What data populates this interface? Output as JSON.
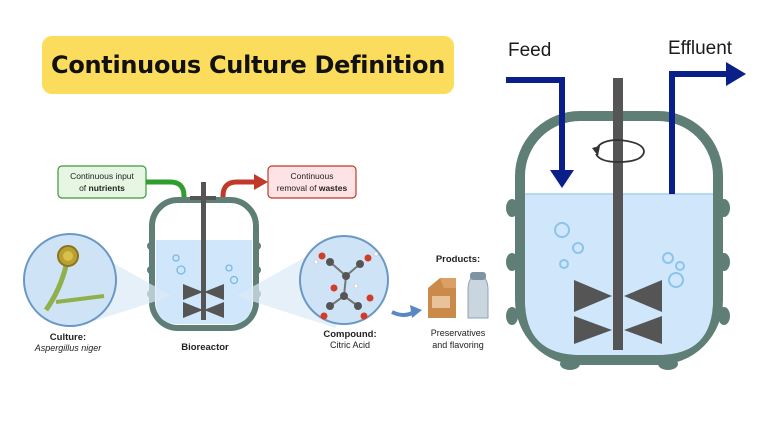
{
  "title": "Continuous Culture Definition",
  "left_diagram": {
    "input_box": {
      "line1": "Continuous input",
      "line2_prefix": "of ",
      "line2_bold": "nutrients",
      "color": "#2f9e2f"
    },
    "output_box": {
      "line1": "Continuous",
      "line2_prefix": "removal of ",
      "line2_bold": "wastes",
      "color": "#c0392b"
    },
    "culture": {
      "label": "Culture:",
      "organism": "Aspergillus niger"
    },
    "bioreactor_label": "Bioreactor",
    "compound": {
      "label": "Compound:",
      "name": "Citric Acid"
    },
    "products": {
      "label": "Products:",
      "line1": "Preservatives",
      "line2": "and flavoring"
    }
  },
  "right_diagram": {
    "feed_label": "Feed",
    "effluent_label": "Effluent",
    "arrow_color": "#0b1f8a",
    "liquid_color": "#cfe6fb",
    "vessel_color": "#5f7f76"
  }
}
